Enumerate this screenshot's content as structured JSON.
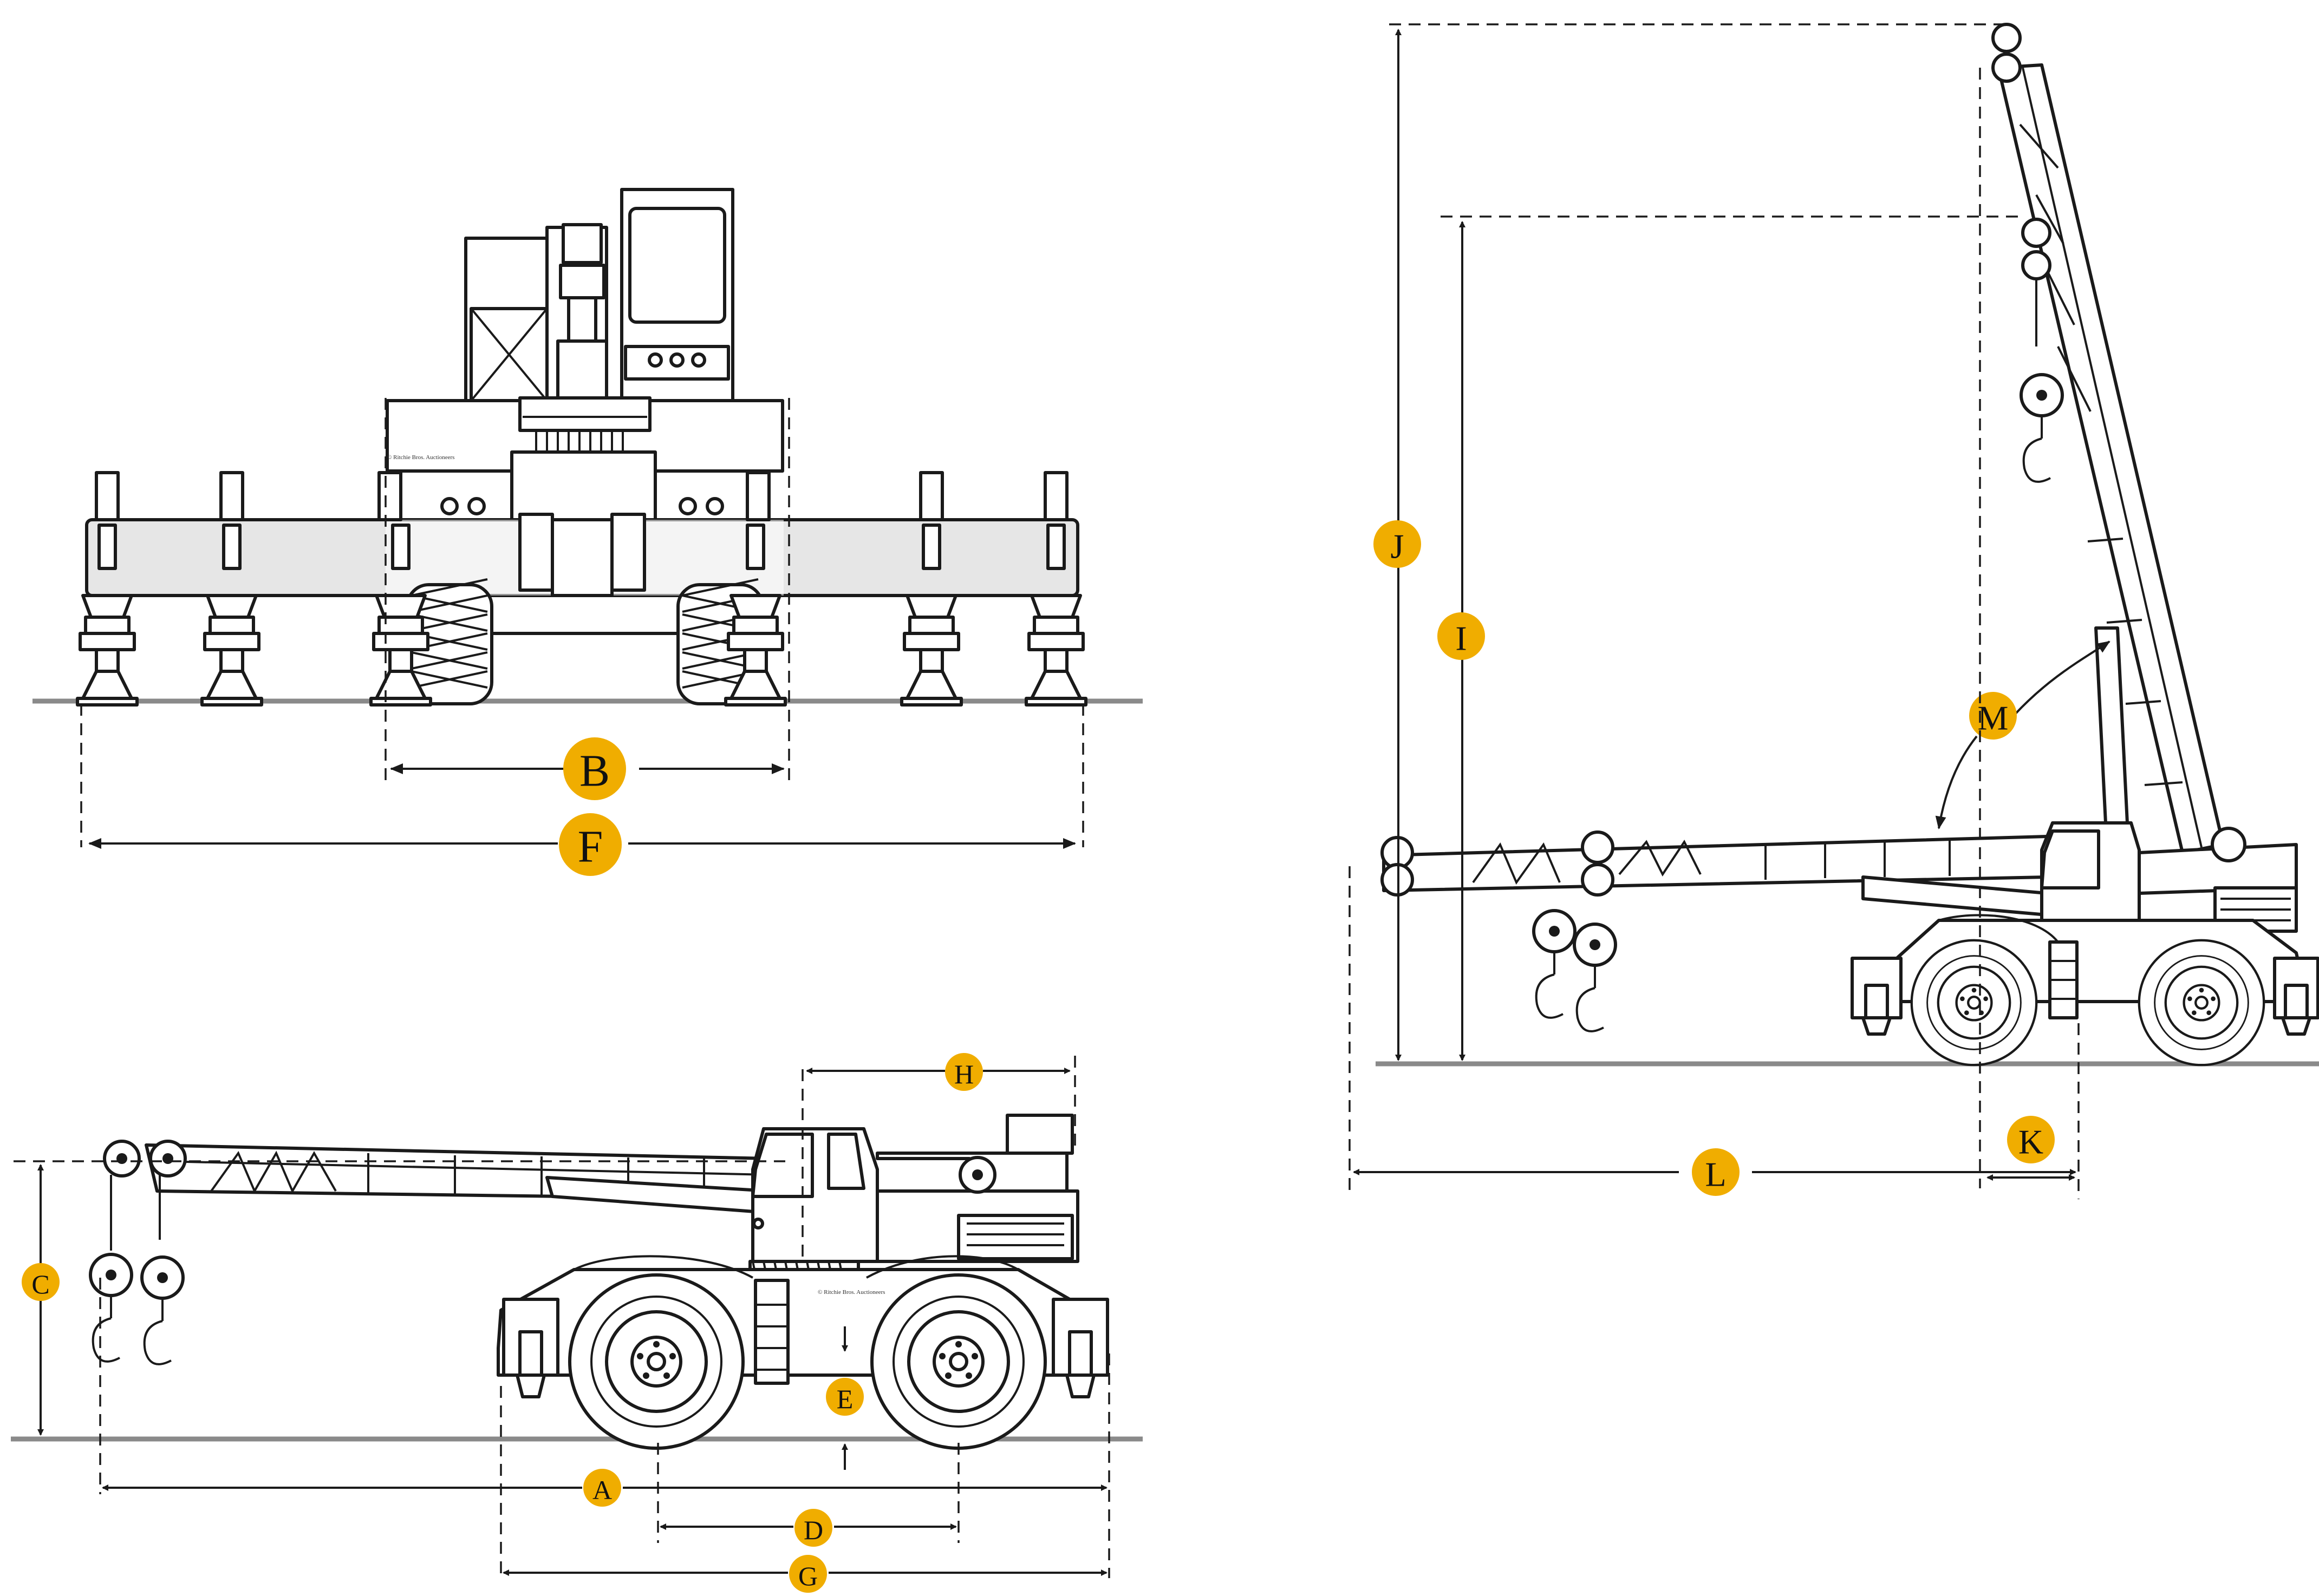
{
  "diagram": {
    "views": [
      "front-view",
      "side-view-stowed",
      "side-view-raised"
    ],
    "credit": "© Ritchie Bros. Auctioneers",
    "accent_color": "#f0ad00",
    "dimension_labels": {
      "A": "A",
      "B": "B",
      "C": "C",
      "D": "D",
      "E": "E",
      "F": "F",
      "G": "G",
      "H": "H",
      "I": "I",
      "J": "J",
      "K": "K",
      "L": "L",
      "M": "M"
    }
  }
}
